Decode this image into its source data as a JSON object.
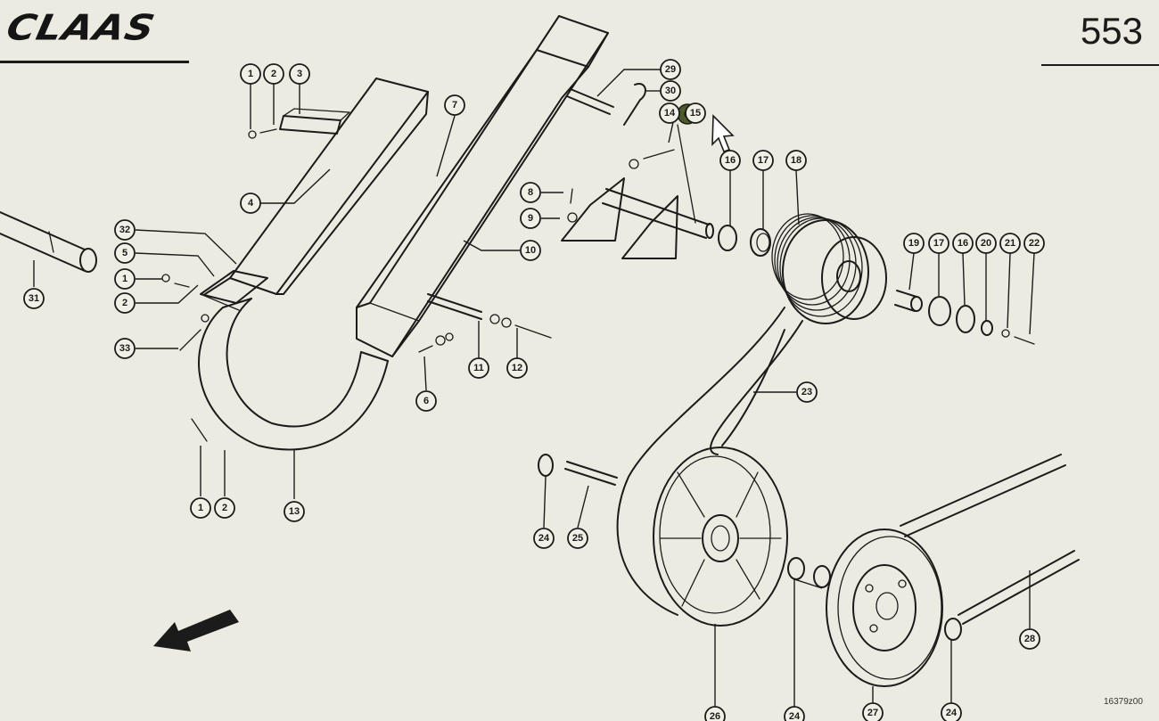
{
  "header": {
    "brand": "CLAAS",
    "page_number": "553"
  },
  "footer": {
    "drawing_ref": "16379z00"
  },
  "colors": {
    "background": "#ecebe1",
    "ink": "#1b1b1b",
    "highlight": "#4d5a2a"
  },
  "icons": {
    "cursor": "mouse-pointer-icon",
    "direction": "arrow-down-left-icon"
  },
  "callouts": [
    {
      "id": "c1a",
      "label": "1"
    },
    {
      "id": "c2a",
      "label": "2"
    },
    {
      "id": "c3",
      "label": "3"
    },
    {
      "id": "c4",
      "label": "4"
    },
    {
      "id": "c7",
      "label": "7"
    },
    {
      "id": "c32",
      "label": "32"
    },
    {
      "id": "c5",
      "label": "5"
    },
    {
      "id": "c1b",
      "label": "1"
    },
    {
      "id": "c2b",
      "label": "2"
    },
    {
      "id": "c31",
      "label": "31"
    },
    {
      "id": "c33",
      "label": "33"
    },
    {
      "id": "c10",
      "label": "10"
    },
    {
      "id": "c6",
      "label": "6"
    },
    {
      "id": "c11",
      "label": "11"
    },
    {
      "id": "c12",
      "label": "12"
    },
    {
      "id": "c1c",
      "label": "1"
    },
    {
      "id": "c2c",
      "label": "2"
    },
    {
      "id": "c13",
      "label": "13"
    },
    {
      "id": "c29",
      "label": "29"
    },
    {
      "id": "c30",
      "label": "30"
    },
    {
      "id": "c14",
      "label": "14"
    },
    {
      "id": "c15",
      "label": "15"
    },
    {
      "id": "c8",
      "label": "8"
    },
    {
      "id": "c9",
      "label": "9"
    },
    {
      "id": "c16a",
      "label": "16"
    },
    {
      "id": "c17a",
      "label": "17"
    },
    {
      "id": "c18",
      "label": "18"
    },
    {
      "id": "c19",
      "label": "19"
    },
    {
      "id": "c17b",
      "label": "17"
    },
    {
      "id": "c16b",
      "label": "16"
    },
    {
      "id": "c20",
      "label": "20"
    },
    {
      "id": "c21",
      "label": "21"
    },
    {
      "id": "c22",
      "label": "22"
    },
    {
      "id": "c23",
      "label": "23"
    },
    {
      "id": "c24a",
      "label": "24"
    },
    {
      "id": "c25",
      "label": "25"
    },
    {
      "id": "c26",
      "label": "26"
    },
    {
      "id": "c24b",
      "label": "24"
    },
    {
      "id": "c27",
      "label": "27"
    },
    {
      "id": "c24c",
      "label": "24"
    },
    {
      "id": "c28",
      "label": "28"
    }
  ]
}
